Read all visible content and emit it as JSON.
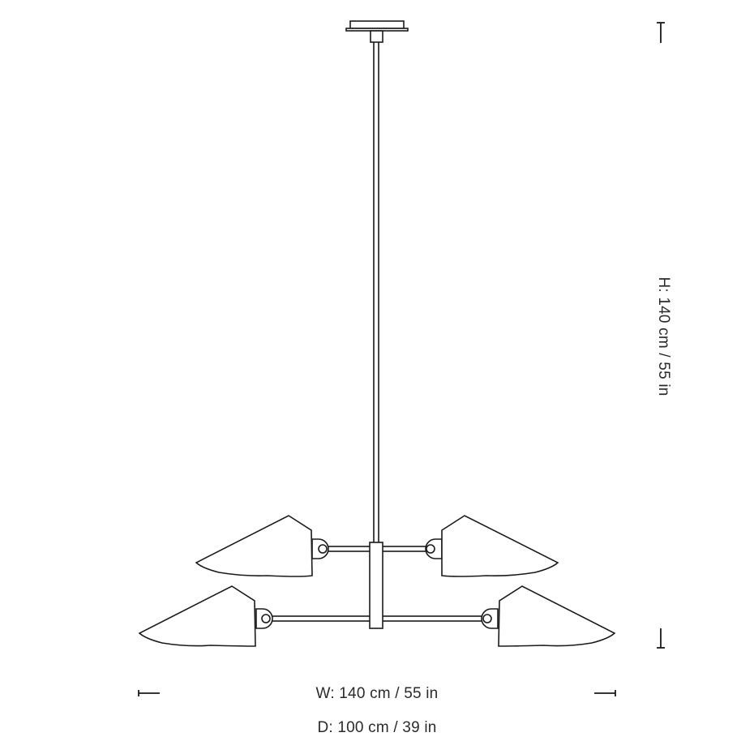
{
  "drawing": {
    "subject": "four-arm pendant lamp technical drawing",
    "stroke_color": "#1a1a1a",
    "background": "#ffffff"
  },
  "dimensions": {
    "height_label": "H: 140 cm / 55 in",
    "width_label": "W: 140 cm / 55 in",
    "depth_label": "D: 100 cm / 39 in"
  }
}
